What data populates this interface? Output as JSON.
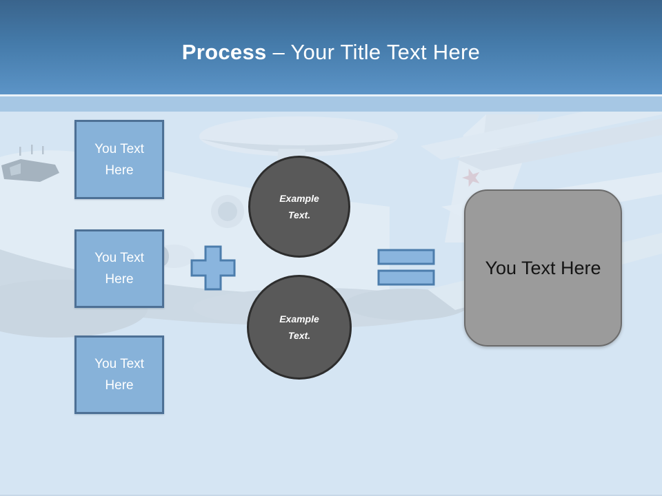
{
  "title": {
    "emphasis": "Process",
    "rest": "– Your Title Text Here"
  },
  "left_boxes": [
    {
      "label": "You Text Here"
    },
    {
      "label": "You Text Here"
    },
    {
      "label": "You Text Here"
    }
  ],
  "circles": [
    {
      "label": "Example Text."
    },
    {
      "label": "Example Text."
    }
  ],
  "result_box": {
    "label": "You Text Here"
  },
  "background_image": {
    "subject": "faded AWACS radar-dome military aircraft photo"
  },
  "colors": {
    "header_gradient_top": "#3a648c",
    "header_gradient_bottom": "#5c94c7",
    "header_band": "#a6c7e4",
    "content_background": "#d5e5f3",
    "placeholder_box_fill": "#87b2d9",
    "placeholder_box_border": "#4d7095",
    "circle_fill": "#595959",
    "circle_border": "#2d2d2d",
    "operator_fill": "#8ab5de",
    "operator_border": "#4c7dac",
    "result_fill": "#9b9b9b",
    "result_border": "#6b6b6b",
    "title_text": "#ffffff",
    "result_text": "#141414"
  }
}
